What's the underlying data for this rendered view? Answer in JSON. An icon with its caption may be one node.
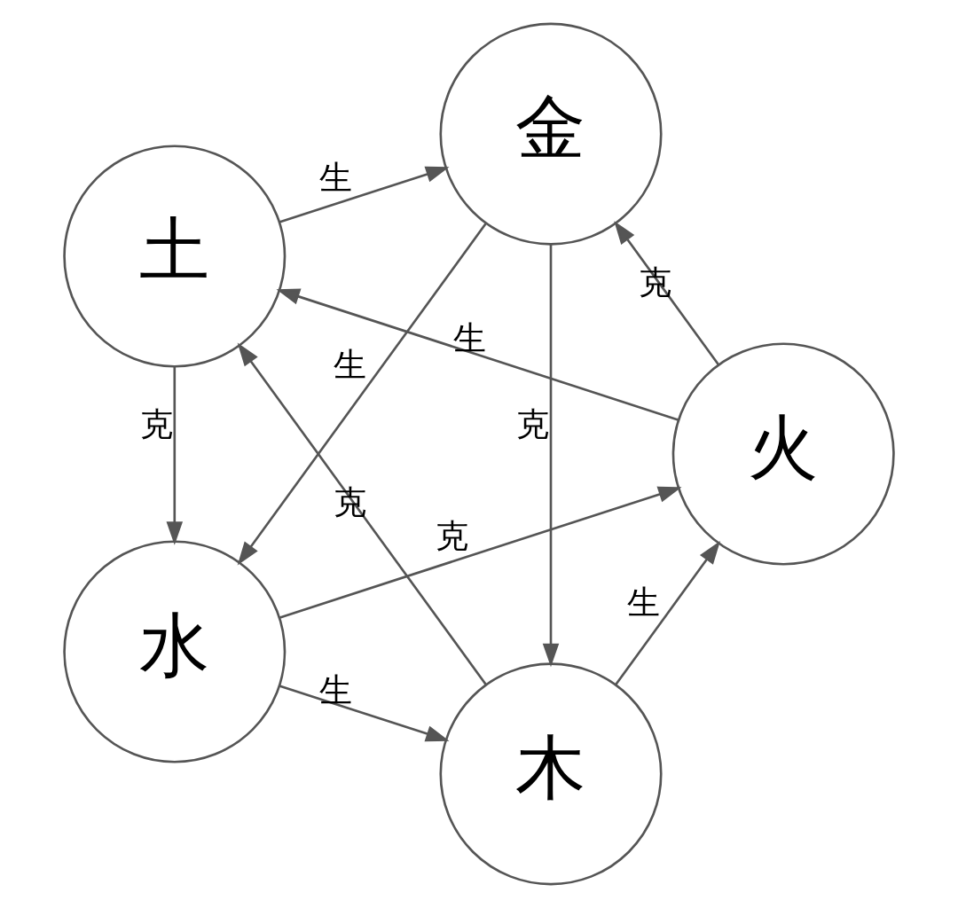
{
  "diagram": {
    "nodes": [
      {
        "text": [
          "木"
        ]
      },
      {
        "text": [
          "火"
        ]
      },
      {
        "text": [
          "土"
        ]
      },
      {
        "text": [
          "金"
        ]
      },
      {
        "text": [
          "水"
        ]
      }
    ],
    "edges": [
      {
        "from": 0,
        "to": 1,
        "arrow": "to",
        "label": "生"
      },
      {
        "from": 1,
        "to": 2,
        "arrow": "to",
        "label": "生"
      },
      {
        "from": 2,
        "to": 3,
        "arrow": "to",
        "label": "生"
      },
      {
        "from": 3,
        "to": 4,
        "arrow": "to",
        "label": "生"
      },
      {
        "from": 4,
        "to": 0,
        "arrow": "to",
        "label": "生"
      },
      {
        "from": 0,
        "to": 2,
        "arrow": "to",
        "label": "克"
      },
      {
        "from": 4,
        "to": 1,
        "arrow": "to",
        "label": "克"
      },
      {
        "from": 2,
        "to": 4,
        "arrow": "to",
        "label": "克"
      },
      {
        "from": 1,
        "to": 3,
        "arrow": "to",
        "label": "克"
      },
      {
        "from": 3,
        "to": 0,
        "arrow": "to",
        "label": "克"
      }
    ]
  }
}
